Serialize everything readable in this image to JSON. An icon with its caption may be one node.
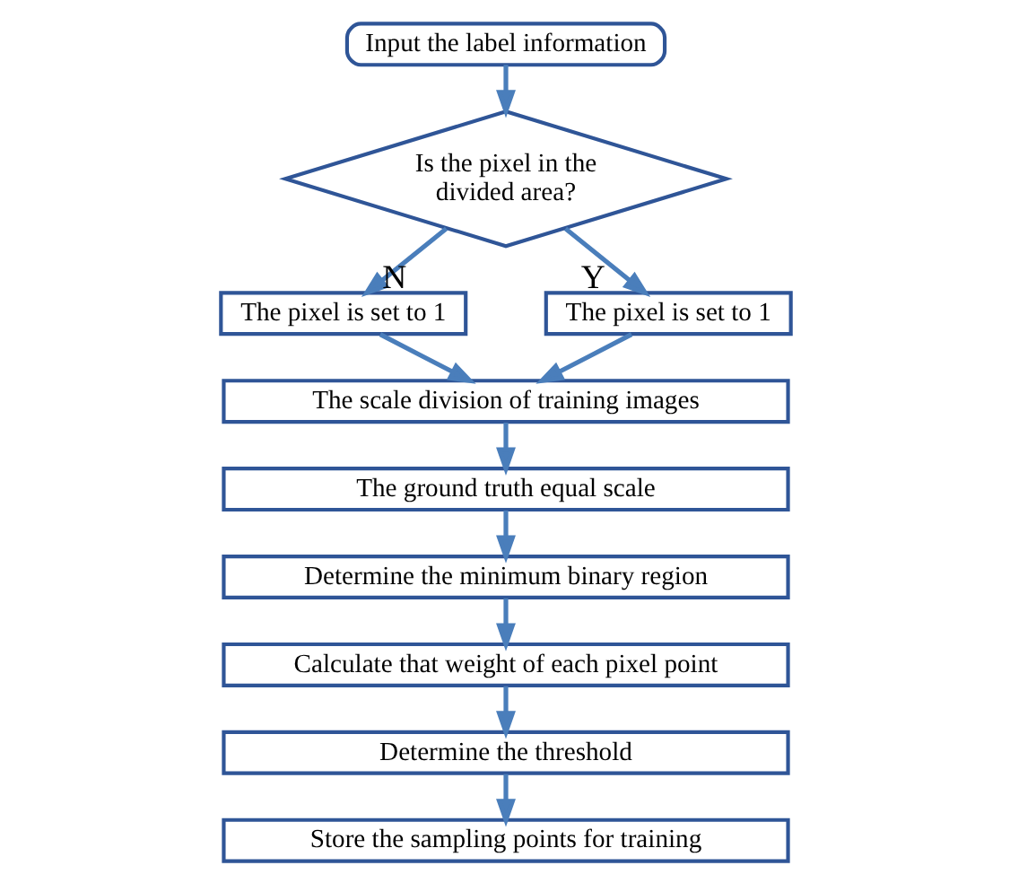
{
  "diagram": {
    "nodes": [
      {
        "text": [
          "Input the label information"
        ]
      },
      {
        "text": [
          "Is the pixel in the divided area?"
        ]
      },
      {
        "text": [
          "The pixel is set to 1"
        ]
      },
      {
        "text": [
          "The pixel is set to 1"
        ]
      },
      {
        "text": [
          "The scale division of training images"
        ]
      },
      {
        "text": [
          "The ground truth equal scale"
        ]
      },
      {
        "text": [
          "Determine the minimum binary region"
        ]
      },
      {
        "text": [
          "Calculate that weight of each pixel point"
        ]
      },
      {
        "text": [
          "Determine the threshold"
        ]
      },
      {
        "text": [
          "Store the sampling points for training"
        ]
      }
    ],
    "edges": [
      {
        "from": 0,
        "to": 1,
        "arrow": "to"
      },
      {
        "from": 1,
        "to": 2,
        "arrow": "to",
        "label": "N"
      },
      {
        "from": 1,
        "to": 3,
        "arrow": "to",
        "label": "Y"
      },
      {
        "from": 2,
        "to": 4,
        "arrow": "to"
      },
      {
        "from": 3,
        "to": 4,
        "arrow": "to"
      },
      {
        "from": 4,
        "to": 5,
        "arrow": "to"
      },
      {
        "from": 5,
        "to": 6,
        "arrow": "to"
      },
      {
        "from": 6,
        "to": 7,
        "arrow": "to"
      },
      {
        "from": 7,
        "to": 8,
        "arrow": "to"
      },
      {
        "from": 8,
        "to": 9,
        "arrow": "to"
      }
    ]
  }
}
